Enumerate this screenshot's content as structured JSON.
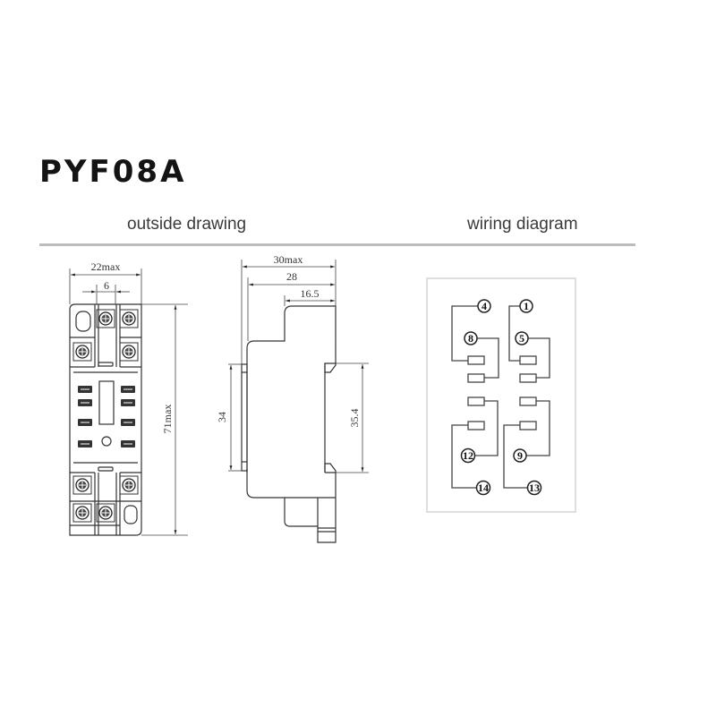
{
  "header": {
    "title": "PYF08A"
  },
  "sections": {
    "outside_drawing": {
      "label": "outside drawing"
    },
    "wiring_diagram": {
      "label": "wiring diagram"
    }
  },
  "front_view": {
    "dim_width_max": "22max",
    "dim_pitch": "6",
    "dim_height_max": "71max"
  },
  "side_view": {
    "dim_depth_max": "30max",
    "dim_depth": "28",
    "dim_top_step": "16.5",
    "dim_left_height": "34",
    "dim_right_height": "35.4"
  },
  "wiring": {
    "terminals": {
      "t4": "4",
      "t1": "1",
      "t8": "8",
      "t5": "5",
      "t12": "12",
      "t9": "9",
      "t14": "14",
      "t13": "13"
    }
  },
  "colors": {
    "line": "#333333",
    "divider": "#bdbdbd",
    "title": "#141414"
  }
}
